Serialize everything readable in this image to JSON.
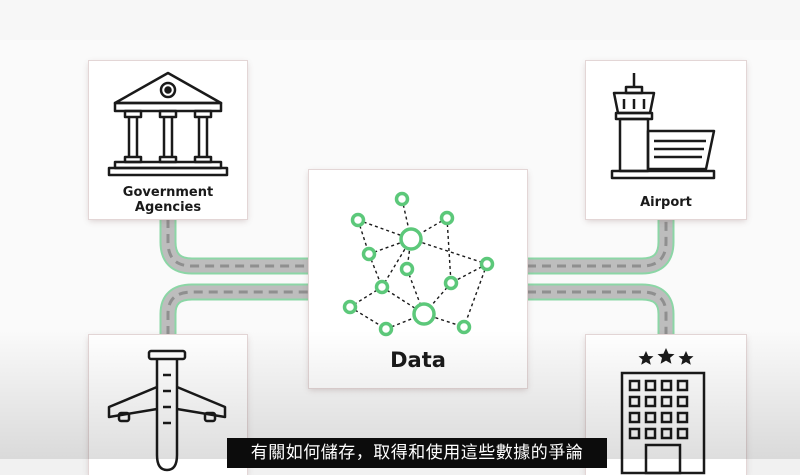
{
  "diagram": {
    "nodes": [
      {
        "id": "government",
        "label": "Government\nAgencies",
        "icon": "government-building-icon"
      },
      {
        "id": "airport",
        "label": "Airport",
        "icon": "control-tower-icon"
      },
      {
        "id": "data",
        "label": "Data",
        "icon": "network-graph-icon"
      },
      {
        "id": "airplane",
        "label": "",
        "icon": "airplane-icon"
      },
      {
        "id": "hotel",
        "label": "",
        "icon": "hotel-icon"
      }
    ],
    "connections": [
      {
        "from": "government",
        "to": "data"
      },
      {
        "from": "airplane",
        "to": "data"
      },
      {
        "from": "data",
        "to": "airport"
      },
      {
        "from": "data",
        "to": "hotel"
      }
    ],
    "colors": {
      "road": "#bdbdbd",
      "road_dash": "#8f8f8f",
      "road_edge": "#8cd6a6",
      "node_green": "#5cc87a"
    }
  },
  "subtitle": {
    "text": "有關如何儲存，取得和使用這些數據的爭論"
  }
}
